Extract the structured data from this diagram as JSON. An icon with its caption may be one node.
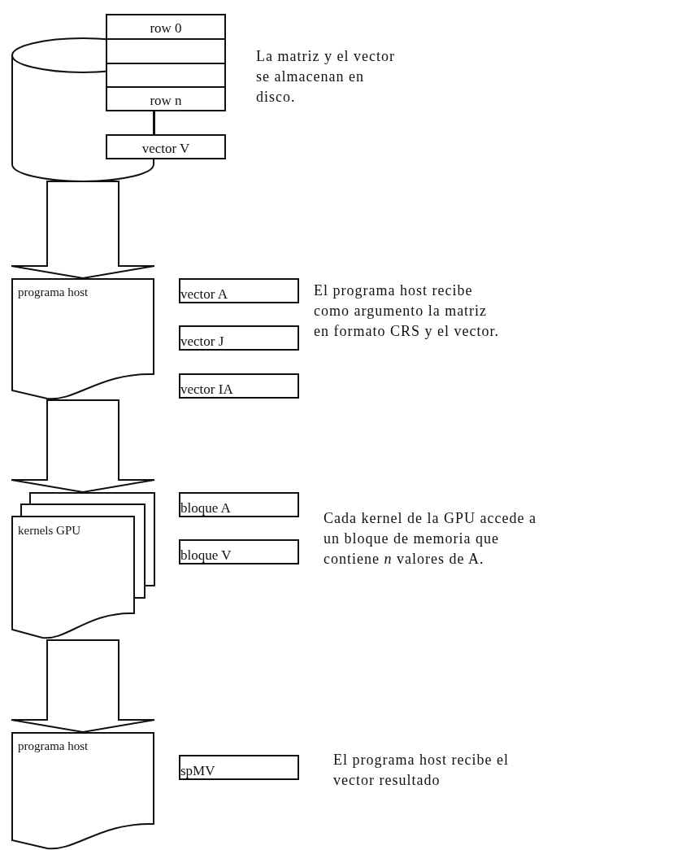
{
  "diagram": {
    "nodes": [
      {
        "text": [],
        "shape": "cylinder"
      },
      {
        "text": [
          "row 0"
        ]
      },
      {
        "text": [],
        "shape": "box"
      },
      {
        "text": [],
        "shape": "box"
      },
      {
        "text": [
          "row n"
        ]
      },
      {
        "text": [
          "vector V"
        ]
      },
      {
        "text": [
          "programa host"
        ]
      },
      {
        "text": [
          "vector A"
        ]
      },
      {
        "text": [
          "vector J"
        ]
      },
      {
        "text": [
          "vector IA"
        ]
      },
      {
        "text": [
          "kernels GPU"
        ]
      },
      {
        "text": [
          "bloque A"
        ]
      },
      {
        "text": [
          "bloque V"
        ]
      },
      {
        "text": [
          "programa host"
        ]
      },
      {
        "text": [
          "spMV"
        ]
      }
    ],
    "edges": [
      {
        "from": 4,
        "to": 5,
        "arrow": "none"
      },
      {
        "from": 0,
        "to": 6,
        "arrow": "to"
      },
      {
        "from": 6,
        "to": 10,
        "arrow": "to"
      },
      {
        "from": 10,
        "to": 13,
        "arrow": "to"
      }
    ],
    "labels": [
      "La matriz y el vector se almacenan en disco.",
      "El programa host recibe como argumento la matriz en formato CRS y el vector.",
      "Cada kernel de la GPU accede a un bloque de memoria que contiene *n* valores de A.",
      "El programa host recibe el vector resultado"
    ]
  }
}
